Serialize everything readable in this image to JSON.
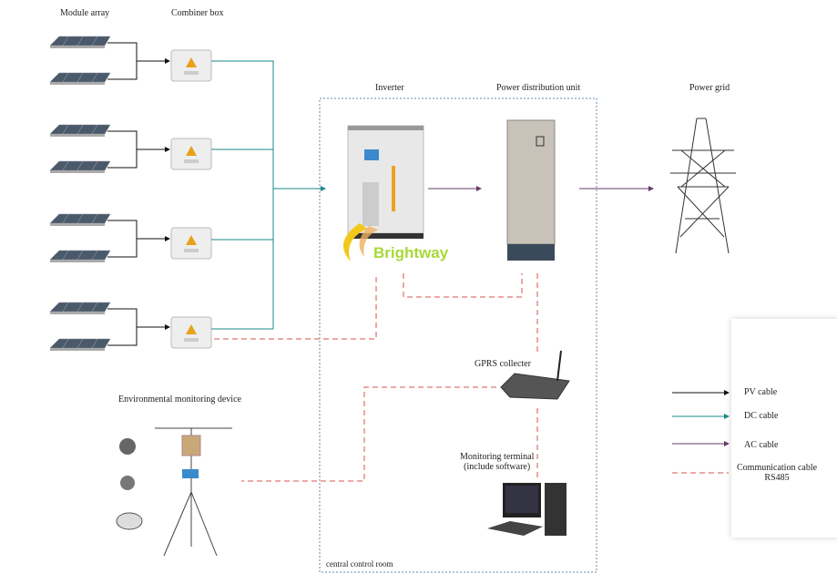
{
  "labels": {
    "module_array": "Module array",
    "combiner_box": "Combiner box",
    "inverter": "Inverter",
    "pdu": "Power distribution unit",
    "power_grid": "Power grid",
    "gprs": "GPRS collecter",
    "monitoring_line1": "Monitoring terminal",
    "monitoring_line2": "(include software)",
    "env_device": "Environmental monitoring device",
    "control_room": "central control room"
  },
  "watermark": "Brightway",
  "legend": [
    {
      "label": "PV cable",
      "color": "#111111",
      "style": "solid"
    },
    {
      "label": "DC cable",
      "color": "#1a8a8a",
      "style": "solid"
    },
    {
      "label": "AC cable",
      "color": "#6a3a6a",
      "style": "solid"
    },
    {
      "label": "Communication cable",
      "label2": "RS485",
      "color": "#d9534f",
      "style": "dashed"
    }
  ]
}
